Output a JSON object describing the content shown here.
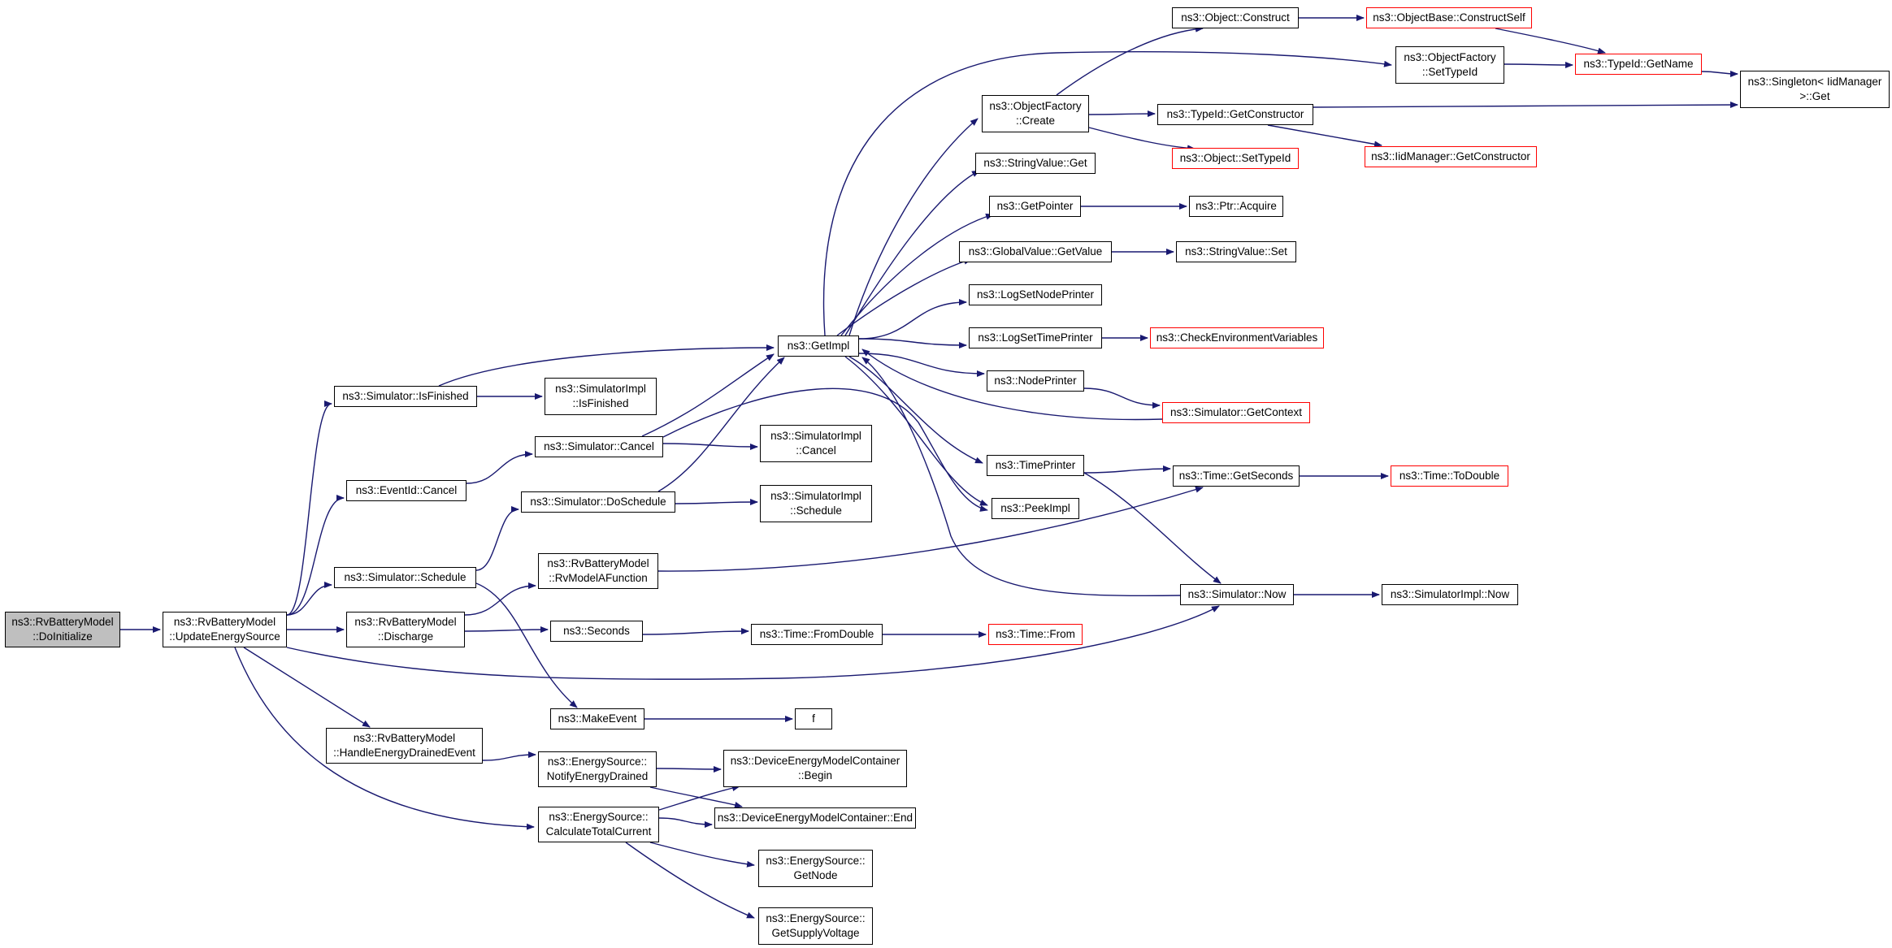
{
  "graph": {
    "edge_color": "#191970",
    "root_fill": "#bfbfbf",
    "truncated_border": "#ff0000",
    "nodes": [
      {
        "id": "root",
        "label": "ns3::RvBatteryModel\n::DoInitialize",
        "kind": "root"
      },
      {
        "id": "ues",
        "label": "ns3::RvBatteryModel\n::UpdateEnergySource",
        "kind": "normal"
      },
      {
        "id": "isfin",
        "label": "ns3::Simulator::IsFinished",
        "kind": "normal"
      },
      {
        "id": "evcancel",
        "label": "ns3::EventId::Cancel",
        "kind": "normal"
      },
      {
        "id": "schedule",
        "label": "ns3::Simulator::Schedule",
        "kind": "normal"
      },
      {
        "id": "discharge",
        "label": "ns3::RvBatteryModel\n::Discharge",
        "kind": "normal"
      },
      {
        "id": "handle",
        "label": "ns3::RvBatteryModel\n::HandleEnergyDrainedEvent",
        "kind": "normal"
      },
      {
        "id": "simimplisfin",
        "label": "ns3::SimulatorImpl\n::IsFinished",
        "kind": "normal"
      },
      {
        "id": "simcancel",
        "label": "ns3::Simulator::Cancel",
        "kind": "normal"
      },
      {
        "id": "doschedule",
        "label": "ns3::Simulator::DoSchedule",
        "kind": "normal"
      },
      {
        "id": "rvmodel",
        "label": "ns3::RvBatteryModel\n::RvModelAFunction",
        "kind": "normal"
      },
      {
        "id": "seconds",
        "label": "ns3::Seconds",
        "kind": "normal"
      },
      {
        "id": "makeevent",
        "label": "ns3::MakeEvent",
        "kind": "normal"
      },
      {
        "id": "notify",
        "label": "ns3::EnergySource::\nNotifyEnergyDrained",
        "kind": "normal"
      },
      {
        "id": "calc",
        "label": "ns3::EnergySource::\nCalculateTotalCurrent",
        "kind": "normal"
      },
      {
        "id": "getimpl",
        "label": "ns3::GetImpl",
        "kind": "normal"
      },
      {
        "id": "implcancel",
        "label": "ns3::SimulatorImpl\n::Cancel",
        "kind": "normal"
      },
      {
        "id": "implschedule",
        "label": "ns3::SimulatorImpl\n::Schedule",
        "kind": "normal"
      },
      {
        "id": "fromdouble",
        "label": "ns3::Time::FromDouble",
        "kind": "normal"
      },
      {
        "id": "f",
        "label": "f",
        "kind": "normal"
      },
      {
        "id": "begin",
        "label": "ns3::DeviceEnergyModelContainer\n::Begin",
        "kind": "normal"
      },
      {
        "id": "end",
        "label": "ns3::DeviceEnergyModelContainer::End",
        "kind": "normal"
      },
      {
        "id": "getnode",
        "label": "ns3::EnergySource::\nGetNode",
        "kind": "normal"
      },
      {
        "id": "getsupply",
        "label": "ns3::EnergySource::\nGetSupplyVoltage",
        "kind": "normal"
      },
      {
        "id": "ofcreate",
        "label": "ns3::ObjectFactory\n::Create",
        "kind": "normal"
      },
      {
        "id": "strget",
        "label": "ns3::StringValue::Get",
        "kind": "normal"
      },
      {
        "id": "getpointer",
        "label": "ns3::GetPointer",
        "kind": "normal"
      },
      {
        "id": "gvgetvalue",
        "label": "ns3::GlobalValue::GetValue",
        "kind": "normal"
      },
      {
        "id": "lognode",
        "label": "ns3::LogSetNodePrinter",
        "kind": "normal"
      },
      {
        "id": "logtime",
        "label": "ns3::LogSetTimePrinter",
        "kind": "normal"
      },
      {
        "id": "nodeprinter",
        "label": "ns3::NodePrinter",
        "kind": "normal"
      },
      {
        "id": "timeprinter",
        "label": "ns3::TimePrinter",
        "kind": "normal"
      },
      {
        "id": "peekimpl",
        "label": "ns3::PeekImpl",
        "kind": "normal"
      },
      {
        "id": "objconstruct",
        "label": "ns3::Object::Construct",
        "kind": "normal"
      },
      {
        "id": "ofsettypeid",
        "label": "ns3::ObjectFactory\n::SetTypeId",
        "kind": "normal"
      },
      {
        "id": "getconstructor",
        "label": "ns3::TypeId::GetConstructor",
        "kind": "normal"
      },
      {
        "id": "objsettypeid",
        "label": "ns3::Object::SetTypeId",
        "kind": "truncated"
      },
      {
        "id": "ptracquire",
        "label": "ns3::Ptr::Acquire",
        "kind": "normal"
      },
      {
        "id": "strset",
        "label": "ns3::StringValue::Set",
        "kind": "normal"
      },
      {
        "id": "checkenv",
        "label": "ns3::CheckEnvironmentVariables",
        "kind": "truncated"
      },
      {
        "id": "getcontext",
        "label": "ns3::Simulator::GetContext",
        "kind": "truncated"
      },
      {
        "id": "getseconds",
        "label": "ns3::Time::GetSeconds",
        "kind": "normal"
      },
      {
        "id": "simnow",
        "label": "ns3::Simulator::Now",
        "kind": "normal"
      },
      {
        "id": "timefrom",
        "label": "ns3::Time::From",
        "kind": "truncated"
      },
      {
        "id": "constructself",
        "label": "ns3::ObjectBase::ConstructSelf",
        "kind": "truncated"
      },
      {
        "id": "getname",
        "label": "ns3::TypeId::GetName",
        "kind": "truncated"
      },
      {
        "id": "iidgetconstructor",
        "label": "ns3::IidManager::GetConstructor",
        "kind": "truncated"
      },
      {
        "id": "todouble",
        "label": "ns3::Time::ToDouble",
        "kind": "truncated"
      },
      {
        "id": "implnow",
        "label": "ns3::SimulatorImpl::Now",
        "kind": "normal"
      },
      {
        "id": "singleton",
        "label": "ns3::Singleton< IidManager\n>::Get",
        "kind": "normal"
      }
    ],
    "edges": [
      [
        "root",
        "ues"
      ],
      [
        "ues",
        "isfin"
      ],
      [
        "ues",
        "evcancel"
      ],
      [
        "ues",
        "schedule"
      ],
      [
        "ues",
        "discharge"
      ],
      [
        "ues",
        "handle"
      ],
      [
        "ues",
        "calc"
      ],
      [
        "ues",
        "simnow"
      ],
      [
        "isfin",
        "getimpl"
      ],
      [
        "isfin",
        "simimplisfin"
      ],
      [
        "evcancel",
        "simcancel"
      ],
      [
        "simcancel",
        "getimpl"
      ],
      [
        "simcancel",
        "implcancel"
      ],
      [
        "simcancel",
        "peekimpl"
      ],
      [
        "schedule",
        "doschedule"
      ],
      [
        "schedule",
        "makeevent"
      ],
      [
        "doschedule",
        "getimpl"
      ],
      [
        "doschedule",
        "implschedule"
      ],
      [
        "discharge",
        "rvmodel"
      ],
      [
        "discharge",
        "seconds"
      ],
      [
        "rvmodel",
        "getseconds"
      ],
      [
        "seconds",
        "fromdouble"
      ],
      [
        "fromdouble",
        "timefrom"
      ],
      [
        "makeevent",
        "f"
      ],
      [
        "handle",
        "notify"
      ],
      [
        "notify",
        "begin"
      ],
      [
        "notify",
        "end"
      ],
      [
        "calc",
        "begin"
      ],
      [
        "calc",
        "end"
      ],
      [
        "calc",
        "getnode"
      ],
      [
        "calc",
        "getsupply"
      ],
      [
        "getimpl",
        "ofcreate"
      ],
      [
        "getimpl",
        "strget"
      ],
      [
        "getimpl",
        "getpointer"
      ],
      [
        "getimpl",
        "gvgetvalue"
      ],
      [
        "getimpl",
        "lognode"
      ],
      [
        "getimpl",
        "logtime"
      ],
      [
        "getimpl",
        "nodeprinter"
      ],
      [
        "getimpl",
        "timeprinter"
      ],
      [
        "getimpl",
        "peekimpl"
      ],
      [
        "getimpl",
        "ofsettypeid"
      ],
      [
        "getcontext",
        "getimpl"
      ],
      [
        "simnow",
        "getimpl"
      ],
      [
        "ofcreate",
        "objconstruct"
      ],
      [
        "ofcreate",
        "getconstructor"
      ],
      [
        "ofcreate",
        "objsettypeid"
      ],
      [
        "objconstruct",
        "constructself"
      ],
      [
        "constructself",
        "getname"
      ],
      [
        "ofsettypeid",
        "getname"
      ],
      [
        "getname",
        "singleton"
      ],
      [
        "getconstructor",
        "singleton"
      ],
      [
        "getconstructor",
        "iidgetconstructor"
      ],
      [
        "getpointer",
        "ptracquire"
      ],
      [
        "gvgetvalue",
        "strset"
      ],
      [
        "logtime",
        "checkenv"
      ],
      [
        "nodeprinter",
        "getcontext"
      ],
      [
        "timeprinter",
        "getseconds"
      ],
      [
        "timeprinter",
        "simnow"
      ],
      [
        "getseconds",
        "todouble"
      ],
      [
        "simnow",
        "implnow"
      ]
    ]
  }
}
